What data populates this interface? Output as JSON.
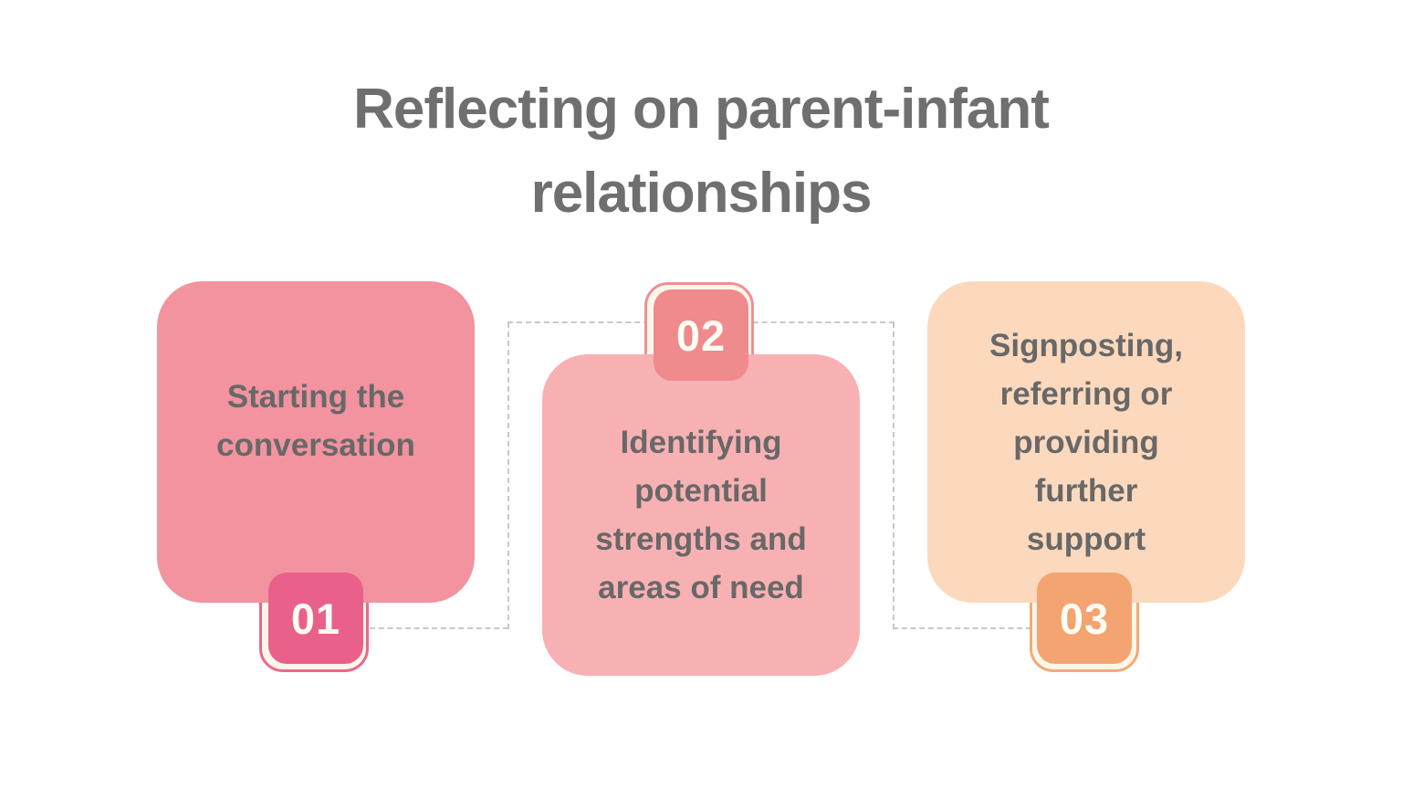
{
  "title": {
    "text": "Reflecting on parent-infant\nrelationships"
  },
  "steps": [
    {
      "number": "01",
      "label": "Starting the\nconversation",
      "badge_position": "bottom",
      "card_color": "#F2939F",
      "badge_color": "#E9618B",
      "badge_border": "#EA6890"
    },
    {
      "number": "02",
      "label": "Identifying\npotential\nstrengths and\nareas of need",
      "badge_position": "top",
      "card_color": "#F8B1B3",
      "badge_color": "#EF8A8D",
      "badge_border": "#F09094"
    },
    {
      "number": "03",
      "label": "Signposting,\nreferring or\nproviding\nfurther\nsupport",
      "badge_position": "bottom",
      "card_color": "#FCD9BD",
      "badge_color": "#F3A470",
      "badge_border": "#F4A977"
    }
  ],
  "colors": {
    "background": "#FFFFFF",
    "title_text": "#6F6F6F",
    "card_text": "#686868",
    "badge_number_text": "#FFFDF4",
    "badge_frame_bg": "#FCF7E9",
    "connector": "#C8C8C8"
  }
}
